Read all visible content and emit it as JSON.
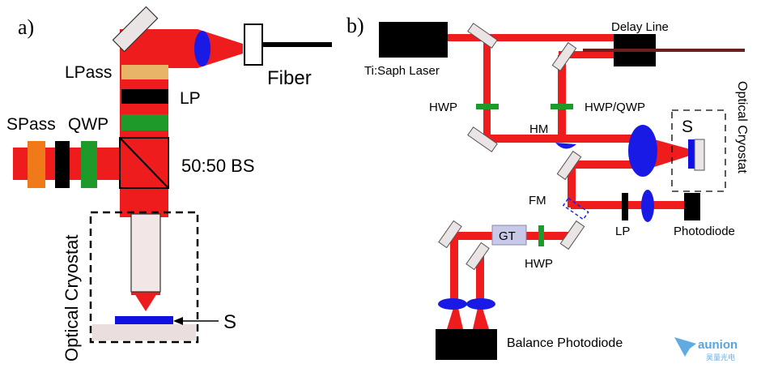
{
  "panel_a": {
    "label": "a)",
    "lpass": "LPass",
    "lp": "LP",
    "spass": "SPass",
    "qwp": "QWP",
    "bs": "50:50 BS",
    "fiber": "Fiber",
    "cryostat": "Optical Cryostat",
    "sample": "S"
  },
  "panel_b": {
    "label": "b)",
    "laser": "Ti:Saph Laser",
    "delay_line": "Delay Line",
    "hwp_left": "HWP",
    "hwp_qwp": "HWP/QWP",
    "hm": "HM",
    "sample": "S",
    "cryostat": "Optical Cryostat",
    "fm": "FM",
    "lp": "LP",
    "photodiode": "Photodiode",
    "gt": "GT",
    "hwp_bottom": "HWP",
    "balance_photodiode": "Balance Photodiode"
  },
  "logo": {
    "name": "aunion",
    "subtitle": "昊量光电"
  },
  "colors": {
    "beam": "#ee1c1c",
    "lens": "#1a1ae6",
    "lpass": "#e8b468",
    "qwp": "#1e9a2a",
    "spass": "#f07a1a",
    "mirror": "#ebe4e4",
    "logo": "#2a8fd8"
  }
}
